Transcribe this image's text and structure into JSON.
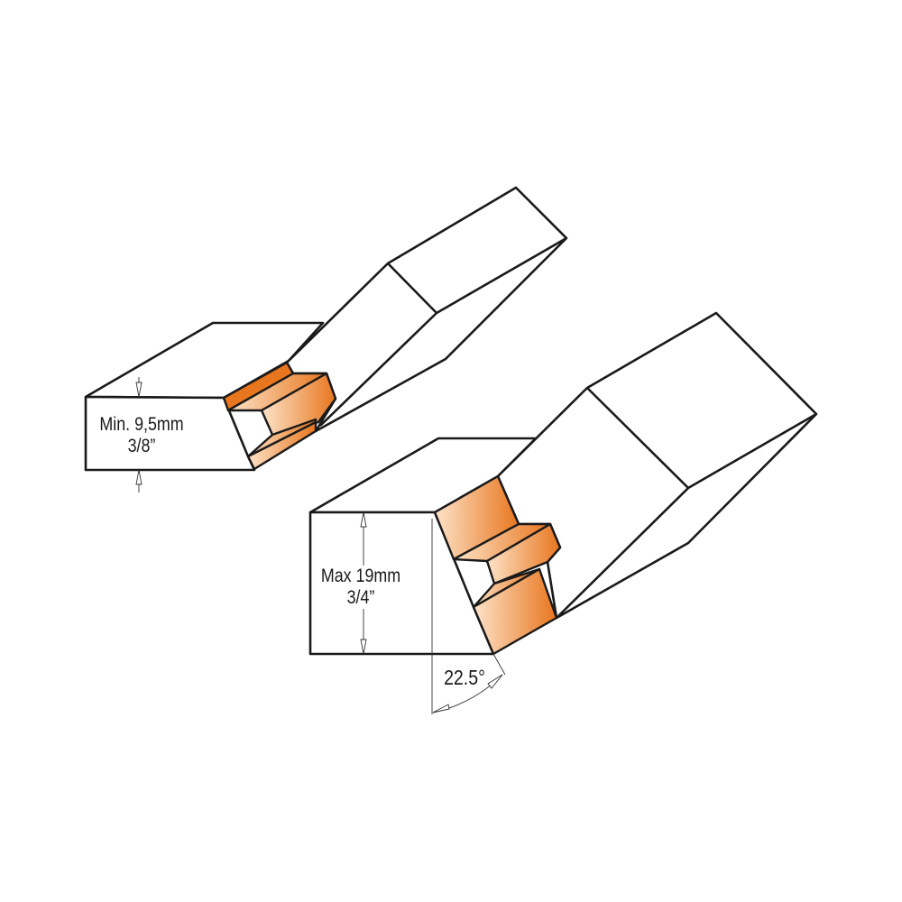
{
  "colors": {
    "cutter_dark": "#e8761e",
    "cutter_light": "#fde3c8",
    "outline": "#1a1a1a"
  },
  "upper_joint": {
    "label_line1": "Min. 9,5mm",
    "label_line2": "3/8”"
  },
  "lower_joint": {
    "label_line1": "Max 19mm",
    "label_line2": "3/4”",
    "angle": "22.5°"
  }
}
